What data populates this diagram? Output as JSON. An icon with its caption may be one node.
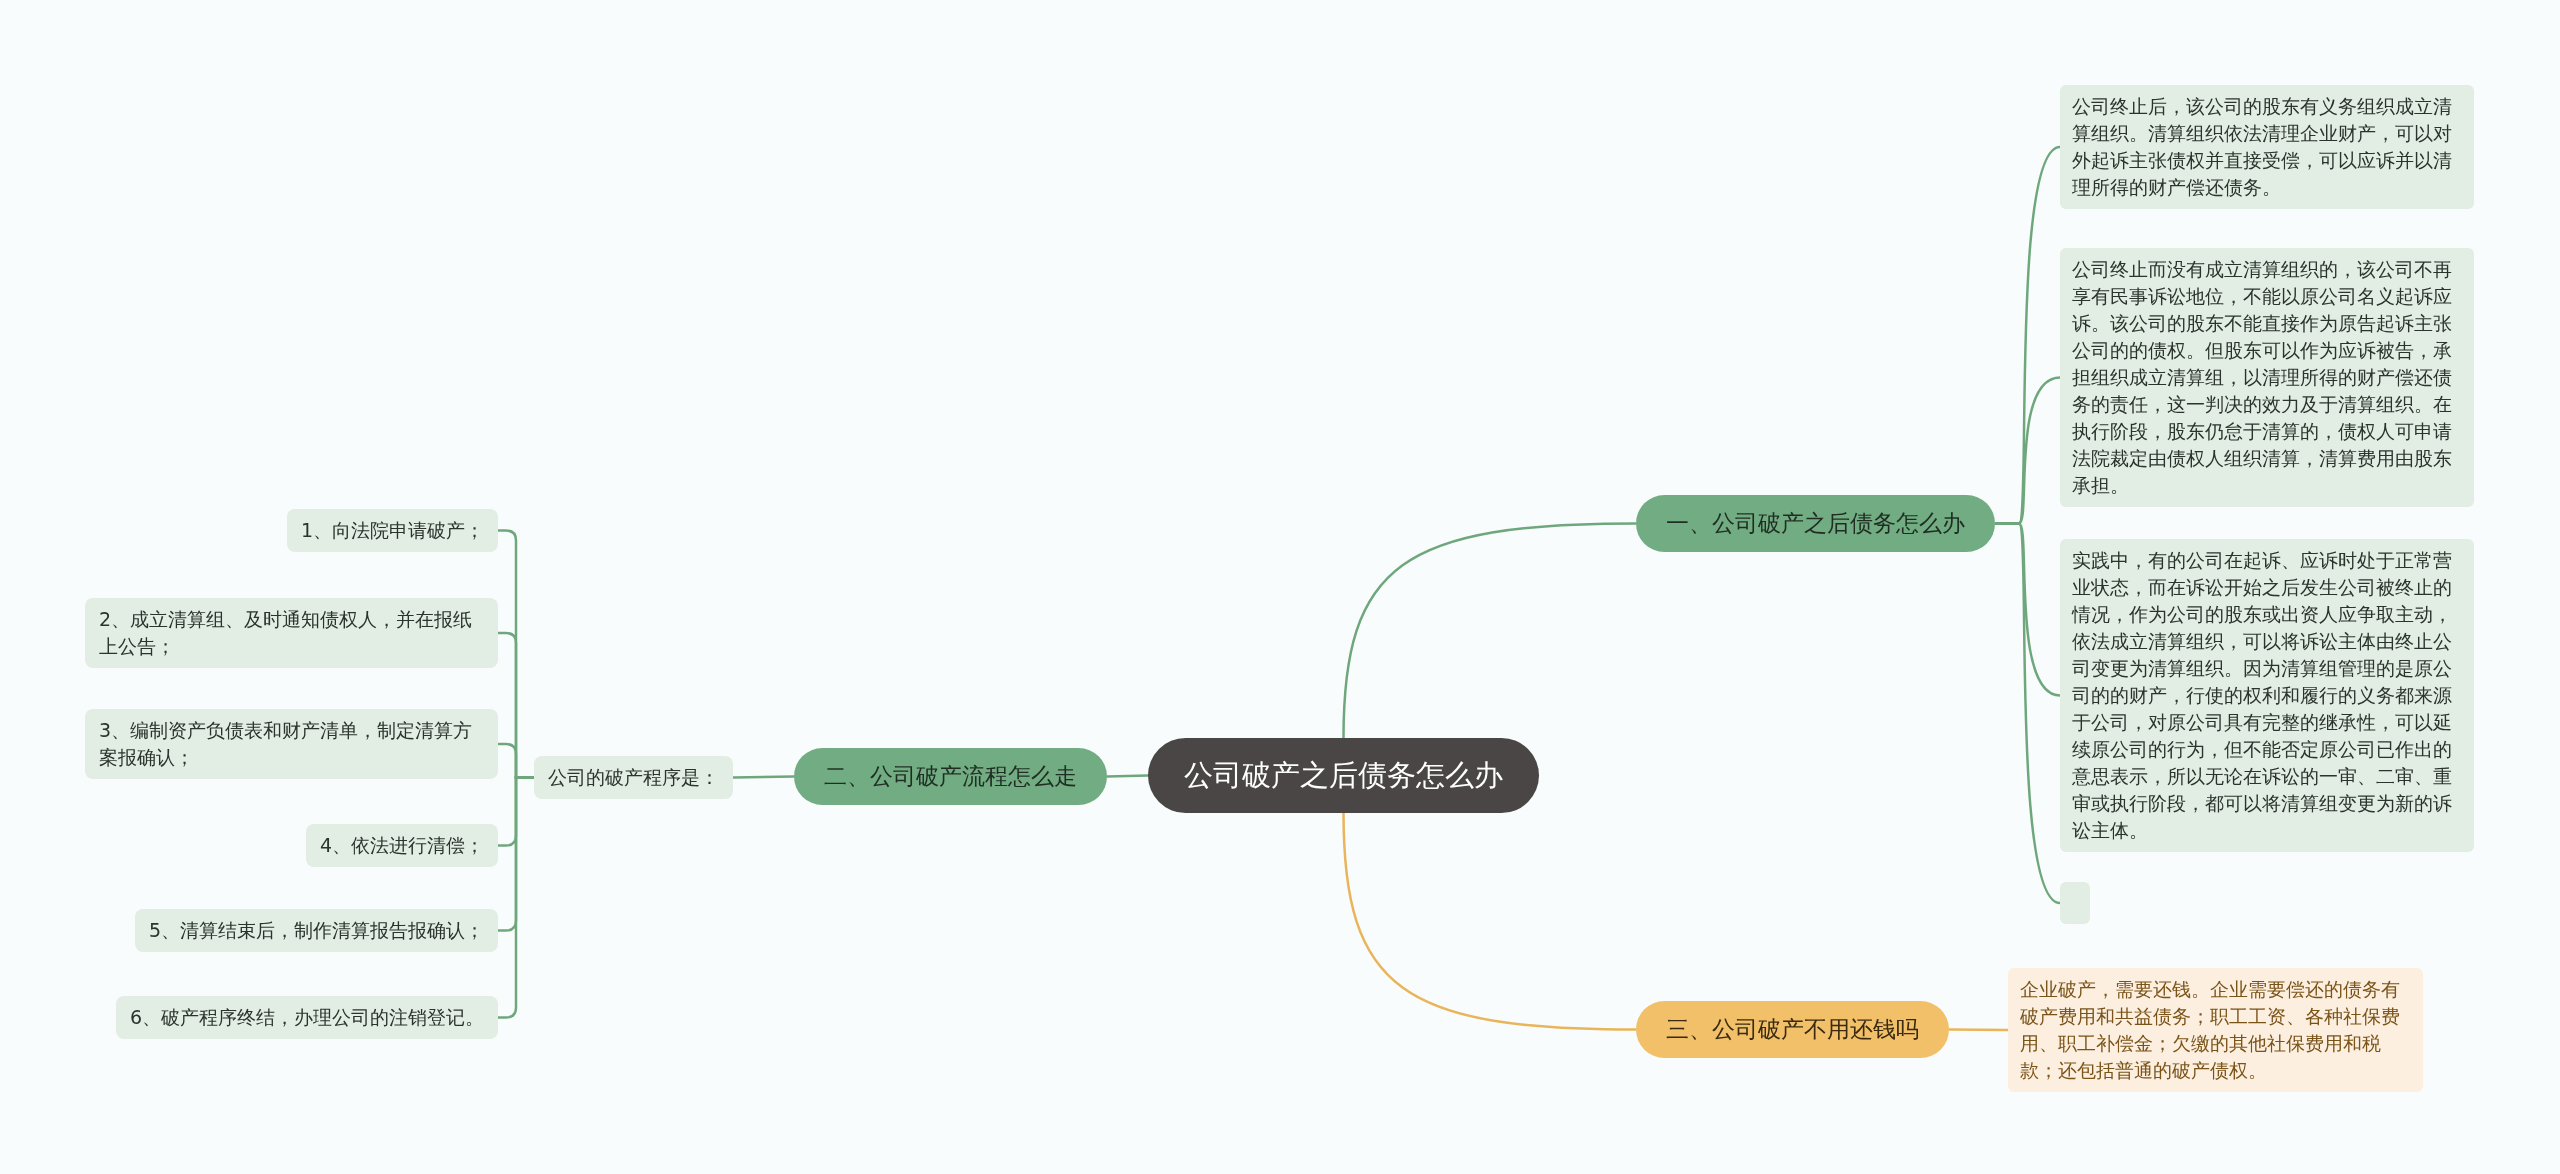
{
  "diagram": {
    "nodes": [
      {
        "text": [
          "公司破产之后债务怎么办"
        ]
      },
      {
        "text": [
          "一、公司破产之后债务怎么办"
        ]
      },
      {
        "text": [
          "二、公司破产流程怎么走"
        ]
      },
      {
        "text": [
          "三、公司破产不用还钱吗"
        ]
      },
      {
        "text": [
          "公司终止后，该公司的股东有义务组织成立清算组织。清算组织依法清理企业财产，可以对外起诉主张债权并直接受偿，可以应诉并以清理所得的财产偿还债务。"
        ]
      },
      {
        "text": [
          "公司终止而没有成立清算组织的，该公司不再享有民事诉讼地位，不能以原公司名义起诉应诉。该公司的股东不能直接作为原告起诉主张公司的的债权。但股东可以作为应诉被告，承担组织成立清算组，以清理所得的财产偿还债务的责任，这一判决的效力及于清算组织。在执行阶段，股东仍怠于清算的，债权人可申请法院裁定由债权人组织清算，清算费用由股东承担。"
        ]
      },
      {
        "text": [
          "实践中，有的公司在起诉、应诉时处于正常营业状态，而在诉讼开始之后发生公司被终止的情况，作为公司的股东或出资人应争取主动，依法成立清算组织，可以将诉讼主体由终止公司变更为清算组织。因为清算组管理的是原公司的的财产，行使的权利和履行的义务都来源于公司，对原公司具有完整的继承性，可以延续原公司的行为，但不能否定原公司已作出的意思表示，所以无论在诉讼的一审、二审、重审或执行阶段，都可以将清算组变更为新的诉讼主体。"
        ]
      },
      {
        "text": [],
        "shape": "box"
      },
      {
        "text": [
          "企业破产，需要还钱。企业需要偿还的债务有破产费用和共益债务；职工工资、各种社保费用、职工补偿金；欠缴的其他社保费用和税款；还包括普通的破产债权。"
        ]
      },
      {
        "text": [
          "公司的破产程序是："
        ]
      },
      {
        "text": [
          "1、向法院申请破产；"
        ]
      },
      {
        "text": [
          "2、成立清算组、及时通知债权人，并在报纸上公告；"
        ]
      },
      {
        "text": [
          "3、编制资产负债表和财产清单，制定清算方案报确认；"
        ]
      },
      {
        "text": [
          "4、依法进行清偿；"
        ]
      },
      {
        "text": [
          "5、清算结束后，制作清算报告报确认；"
        ]
      },
      {
        "text": [
          "6、破产程序终结，办理公司的注销登记。"
        ]
      }
    ],
    "edges": [
      {
        "from": 0,
        "to": 1,
        "arrow": "none"
      },
      {
        "from": 0,
        "to": 2,
        "arrow": "none"
      },
      {
        "from": 0,
        "to": 3,
        "arrow": "none",
        "color": "#e9b55a"
      },
      {
        "from": 1,
        "to": 4,
        "arrow": "none"
      },
      {
        "from": 1,
        "to": 5,
        "arrow": "none"
      },
      {
        "from": 1,
        "to": 6,
        "arrow": "none"
      },
      {
        "from": 1,
        "to": 7,
        "arrow": "none"
      },
      {
        "from": 3,
        "to": 8,
        "arrow": "none",
        "color": "#e9b55a"
      },
      {
        "from": 2,
        "to": 9,
        "arrow": "none"
      },
      {
        "from": 9,
        "to": 10,
        "arrow": "none"
      },
      {
        "from": 9,
        "to": 11,
        "arrow": "none"
      },
      {
        "from": 9,
        "to": 12,
        "arrow": "none"
      },
      {
        "from": 9,
        "to": 13,
        "arrow": "none"
      },
      {
        "from": 9,
        "to": 14,
        "arrow": "none"
      },
      {
        "from": 9,
        "to": 15,
        "arrow": "none"
      }
    ]
  }
}
